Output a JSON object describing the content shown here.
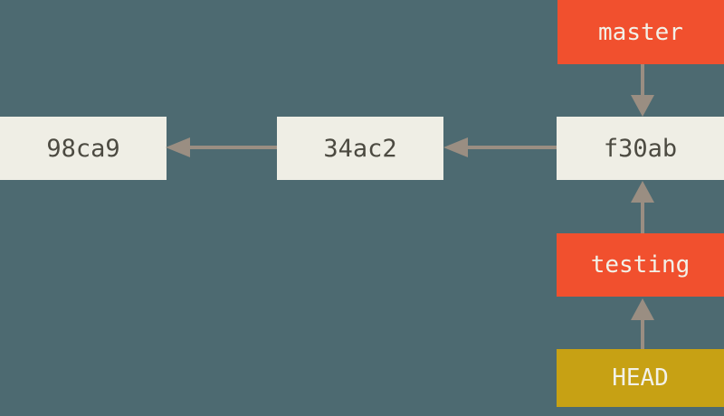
{
  "diagram_type": "git-commit-graph",
  "colors": {
    "background": "#4D6A71",
    "commit_box": "#EFEEE5",
    "commit_text": "#4C4A41",
    "branch_box": "#F1502E",
    "head_box": "#C7A114",
    "ref_text": "#F2F1E8",
    "arrow": "#9A8E82"
  },
  "commits": [
    {
      "id": "98ca9"
    },
    {
      "id": "34ac2"
    },
    {
      "id": "f30ab"
    }
  ],
  "refs": [
    {
      "label": "master",
      "type": "branch",
      "points_to": "f30ab"
    },
    {
      "label": "testing",
      "type": "branch",
      "points_to": "f30ab"
    },
    {
      "label": "HEAD",
      "type": "head",
      "points_to": "testing"
    }
  ],
  "edges": [
    {
      "from": "f30ab",
      "to": "34ac2",
      "kind": "parent"
    },
    {
      "from": "34ac2",
      "to": "98ca9",
      "kind": "parent"
    },
    {
      "from": "master",
      "to": "f30ab",
      "kind": "ref"
    },
    {
      "from": "testing",
      "to": "f30ab",
      "kind": "ref"
    },
    {
      "from": "HEAD",
      "to": "testing",
      "kind": "ref"
    }
  ]
}
